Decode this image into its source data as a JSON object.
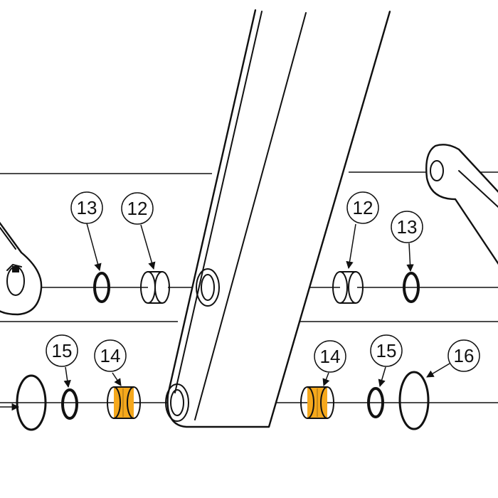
{
  "colors": {
    "line": "#111111",
    "background": "#ffffff",
    "highlight_bushing": "#f5a81c",
    "highlight_bushing_shade": "#d98a0a"
  },
  "callouts": [
    {
      "id": "c13a",
      "label": "13"
    },
    {
      "id": "c12a",
      "label": "12"
    },
    {
      "id": "c12b",
      "label": "12"
    },
    {
      "id": "c13b",
      "label": "13"
    },
    {
      "id": "c15a",
      "label": "15"
    },
    {
      "id": "c14a",
      "label": "14"
    },
    {
      "id": "c14b",
      "label": "14"
    },
    {
      "id": "c15b",
      "label": "15"
    },
    {
      "id": "c16",
      "label": "16"
    }
  ]
}
